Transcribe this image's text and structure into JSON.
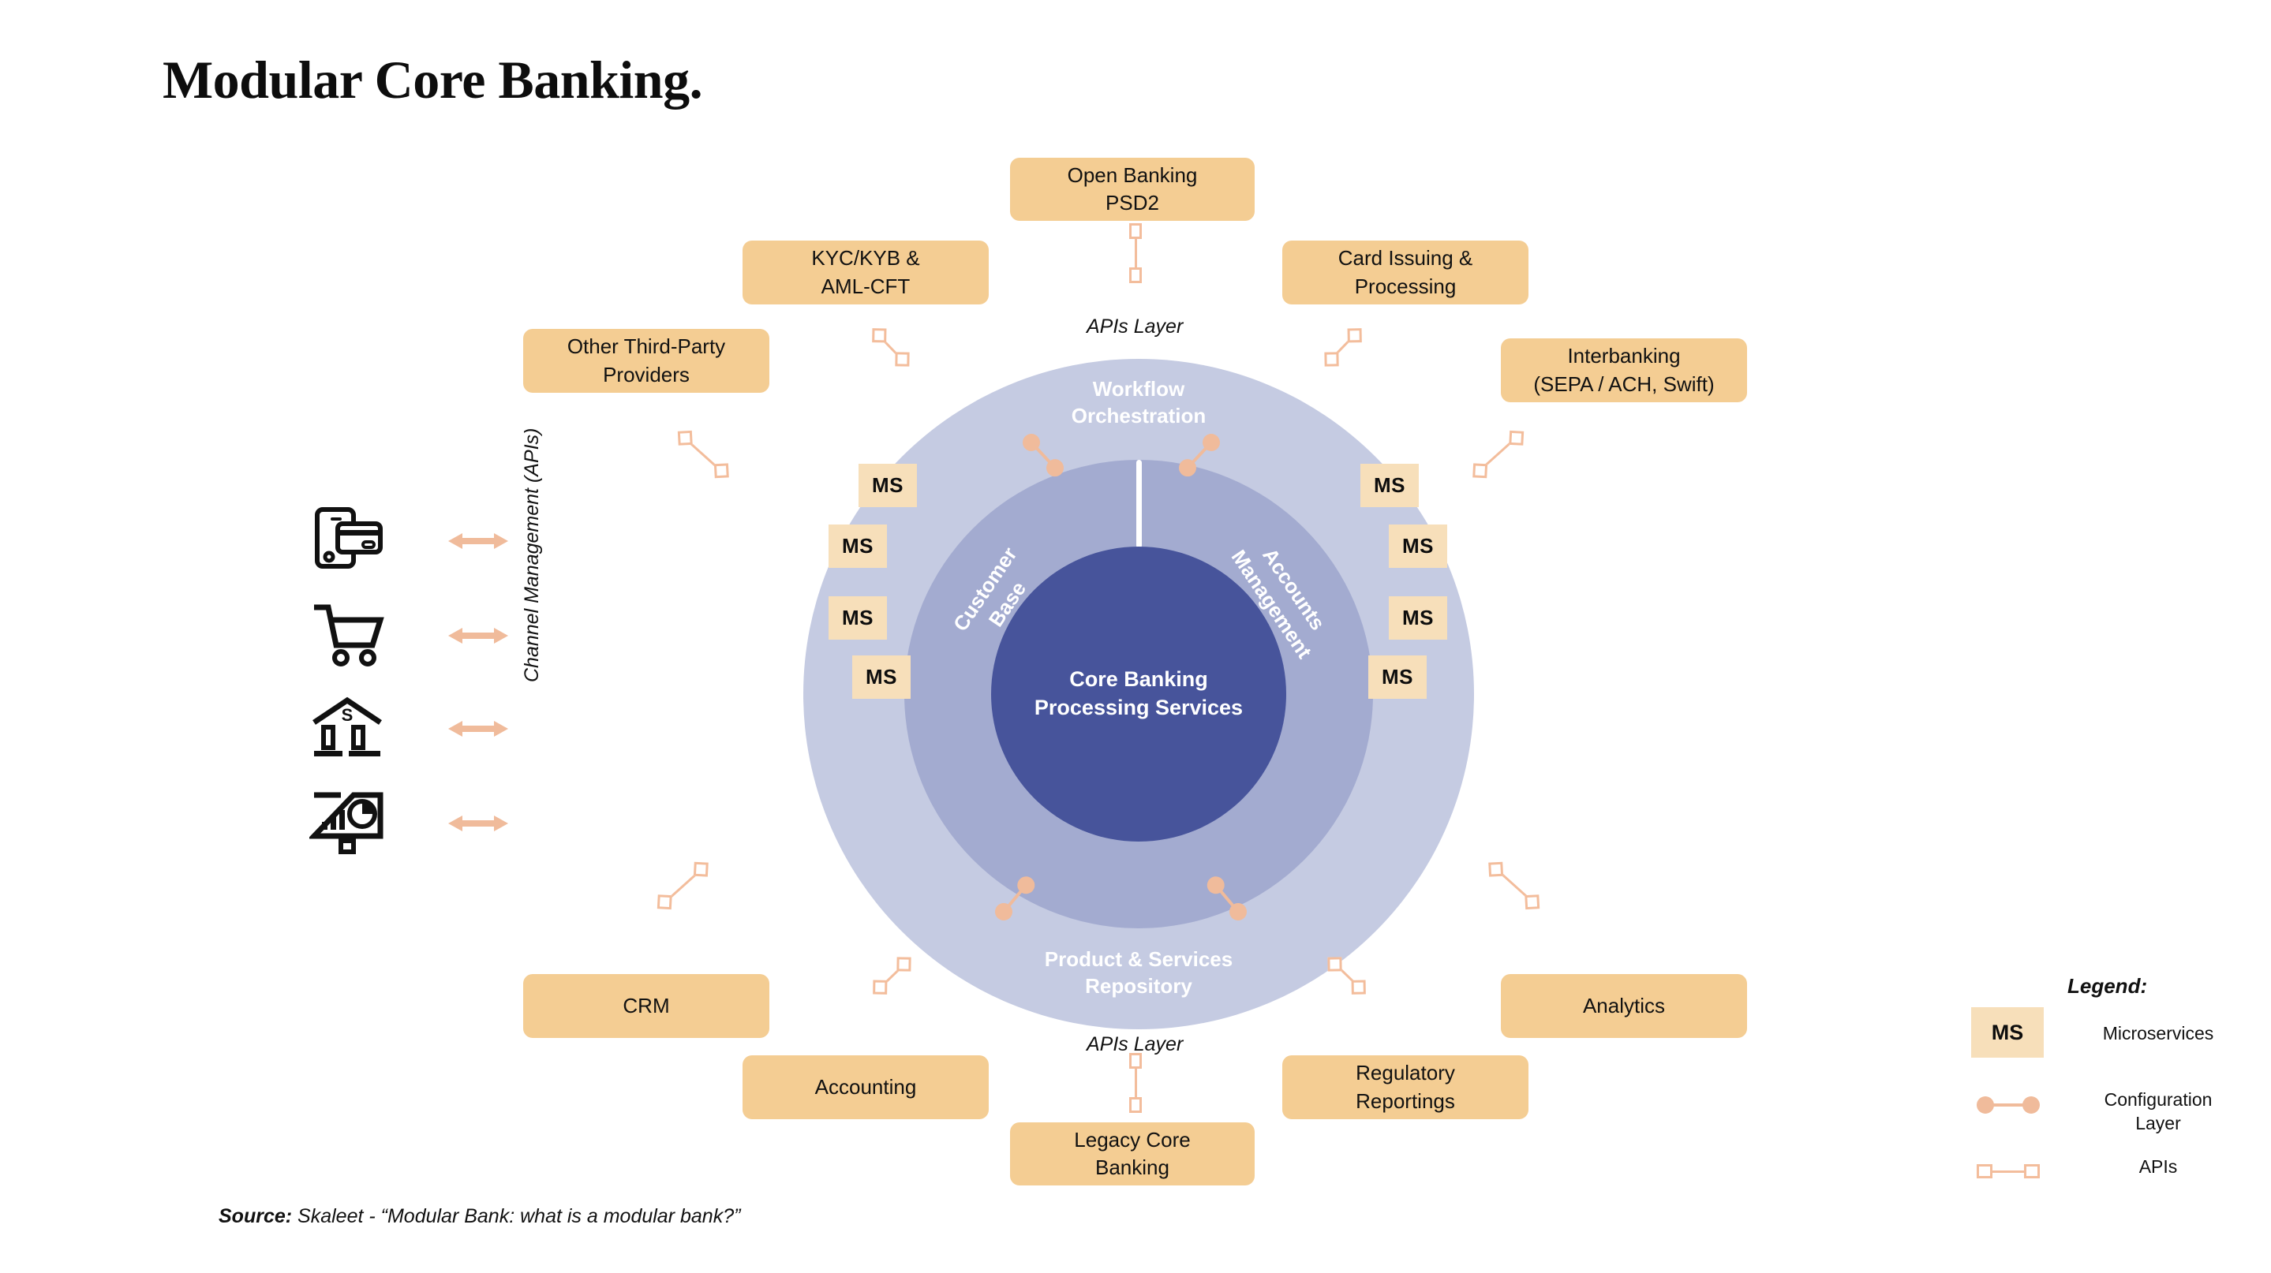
{
  "page": {
    "title": "Modular Core Banking.",
    "source_prefix": "Source:",
    "source_text": " Skaleet - “Modular Bank: what is a modular bank?”"
  },
  "colors": {
    "outer_ring": "#c5cbe2",
    "middle_ring": "#a3abd0",
    "core_circle": "#47549b",
    "ms_box": "#f7dfba",
    "external_box": "#f4cd93",
    "connector": "#f0bb9b",
    "api_connector": "#f3bd9c",
    "background": "#ffffff"
  },
  "core": {
    "center_label": "Core Banking\nProcessing Services",
    "segments": [
      {
        "name": "workflow",
        "label": "Workflow\nOrchestration"
      },
      {
        "name": "accounts",
        "label": "Accounts\nManagement"
      },
      {
        "name": "product",
        "label": "Product & Services\nRepository"
      },
      {
        "name": "customer",
        "label": "Customer\nBase"
      }
    ],
    "microservice_label": "MS",
    "microservice_count": 8
  },
  "apis_layer": {
    "top_label": "APIs Layer",
    "bottom_label": "APIs Layer"
  },
  "external_boxes": [
    {
      "name": "open-banking-psd2",
      "label": "Open Banking\nPSD2"
    },
    {
      "name": "kyc-kyb-aml-cft",
      "label": "KYC/KYB  &\nAML-CFT"
    },
    {
      "name": "card-issuing-processing",
      "label": "Card Issuing &\nProcessing"
    },
    {
      "name": "other-third-party-providers",
      "label": "Other Third-Party\nProviders"
    },
    {
      "name": "interbanking",
      "label": "Interbanking\n(SEPA / ACH, Swift)"
    },
    {
      "name": "crm",
      "label": "CRM"
    },
    {
      "name": "analytics",
      "label": "Analytics"
    },
    {
      "name": "accounting",
      "label": "Accounting"
    },
    {
      "name": "regulatory-reportings",
      "label": "Regulatory\nReportings"
    },
    {
      "name": "legacy-core-banking",
      "label": "Legacy Core\nBanking"
    }
  ],
  "channel_management": {
    "axis_label": "Channel Management (APIs)",
    "channels": [
      {
        "name": "mobile-payment-card-icon"
      },
      {
        "name": "shopping-cart-icon"
      },
      {
        "name": "bank-icon"
      },
      {
        "name": "analytics-dashboard-icon"
      }
    ]
  },
  "legend": {
    "title": "Legend:",
    "ms_swatch_label": "MS",
    "items": [
      {
        "name": "microservices",
        "label": "Microservices"
      },
      {
        "name": "configuration-layer",
        "label": "Configuration\nLayer"
      },
      {
        "name": "apis",
        "label": "APIs"
      }
    ]
  }
}
